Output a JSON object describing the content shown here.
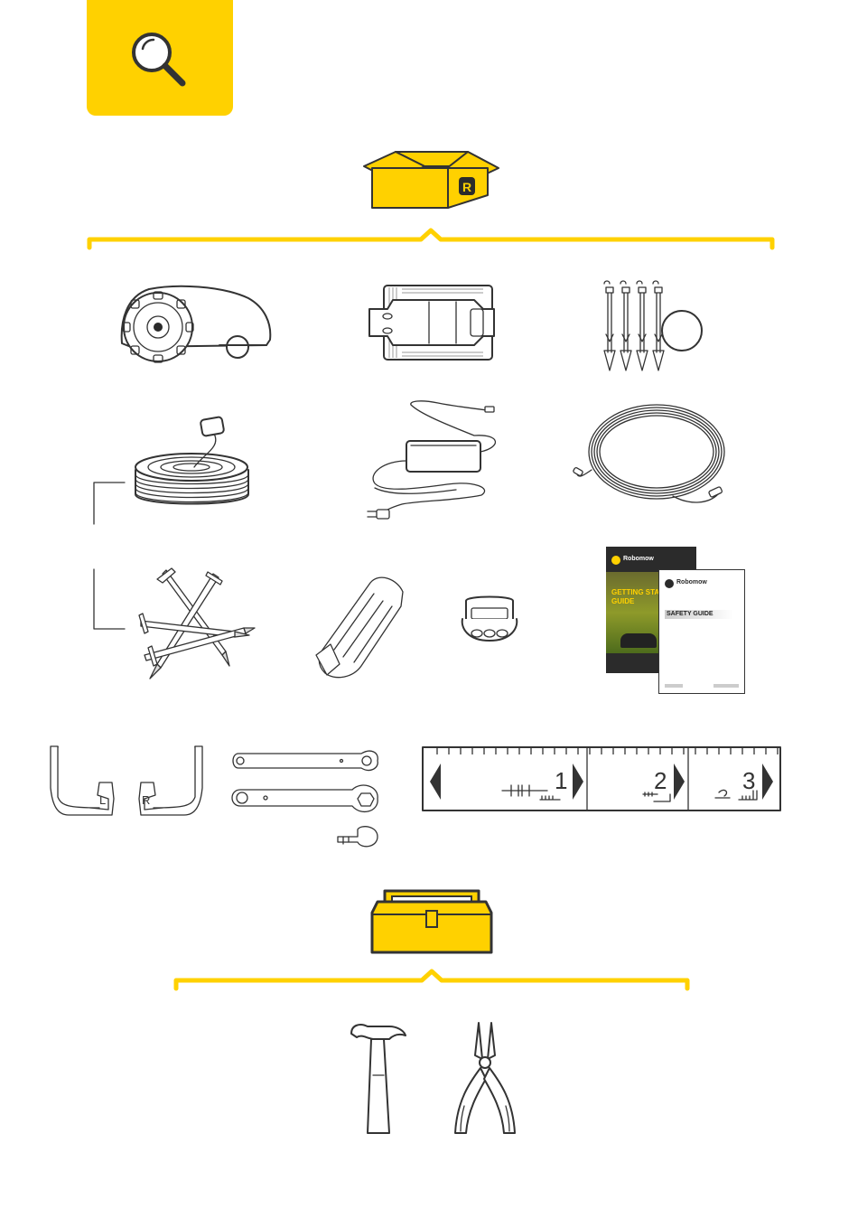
{
  "colors": {
    "accent": "#FFD100",
    "line": "#333333"
  },
  "header": {
    "icon": "search-icon"
  },
  "sections": {
    "in_box_icon": "box-icon",
    "tools_needed_icon": "toolbox-icon"
  },
  "booklets": {
    "brand": "Robomow",
    "getting_started": "GETTING STA",
    "getting_started_line2": "GUIDE",
    "safety_guide": "SAFETY GUIDE"
  },
  "clips": {
    "left_label": "L",
    "right_label": "R"
  },
  "ruler": {
    "labels": [
      "1",
      "2",
      "3"
    ]
  },
  "tools": [
    "hammer-icon",
    "pliers-icon"
  ]
}
